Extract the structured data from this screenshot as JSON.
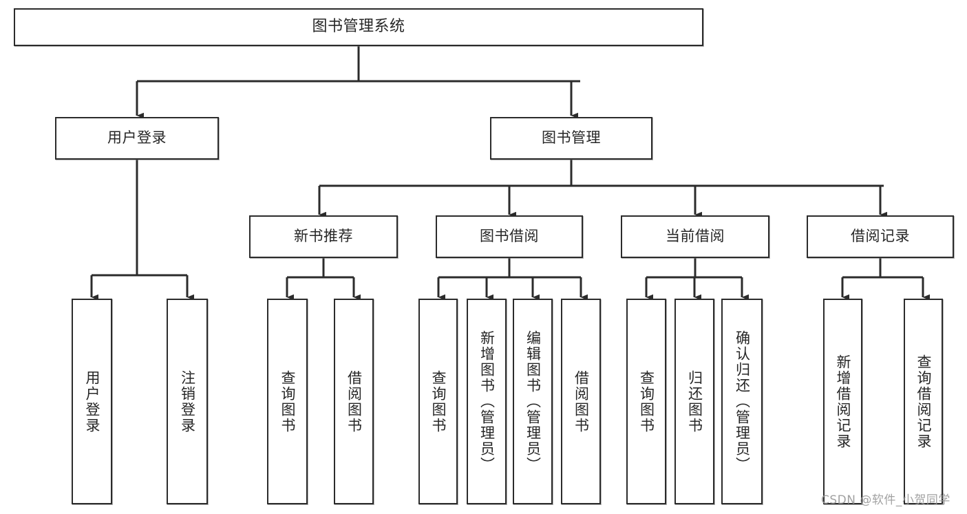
{
  "diagram": {
    "title_node": {
      "label": "图书管理系统"
    },
    "level1": [
      {
        "label": "用户登录"
      },
      {
        "label": "图书管理"
      }
    ],
    "level2": [
      {
        "label": "新书推荐"
      },
      {
        "label": "图书借阅"
      },
      {
        "label": "当前借阅"
      },
      {
        "label": "借阅记录"
      }
    ],
    "leaves": {
      "user_login": [
        {
          "label": "用户登录"
        },
        {
          "label": "注销登录"
        }
      ],
      "new_book_recommend": [
        {
          "label": "查询图书"
        },
        {
          "label": "借阅图书"
        }
      ],
      "book_borrow": [
        {
          "label": "查询图书"
        },
        {
          "label": "新增图书（管理员）"
        },
        {
          "label": "编辑图书（管理员）"
        },
        {
          "label": "借阅图书"
        }
      ],
      "current_borrow": [
        {
          "label": "查询图书"
        },
        {
          "label": "归还图书"
        },
        {
          "label": "确认归还（管理员）"
        }
      ],
      "borrow_record": [
        {
          "label": "新增借阅记录"
        },
        {
          "label": "查询借阅记录"
        }
      ]
    }
  },
  "watermark": {
    "text": "CSDN @软件_小贺同学"
  },
  "colors": {
    "border": "#2b2b2b",
    "text": "#262626",
    "background": "#ffffff",
    "watermark": "#9a9a9a"
  }
}
